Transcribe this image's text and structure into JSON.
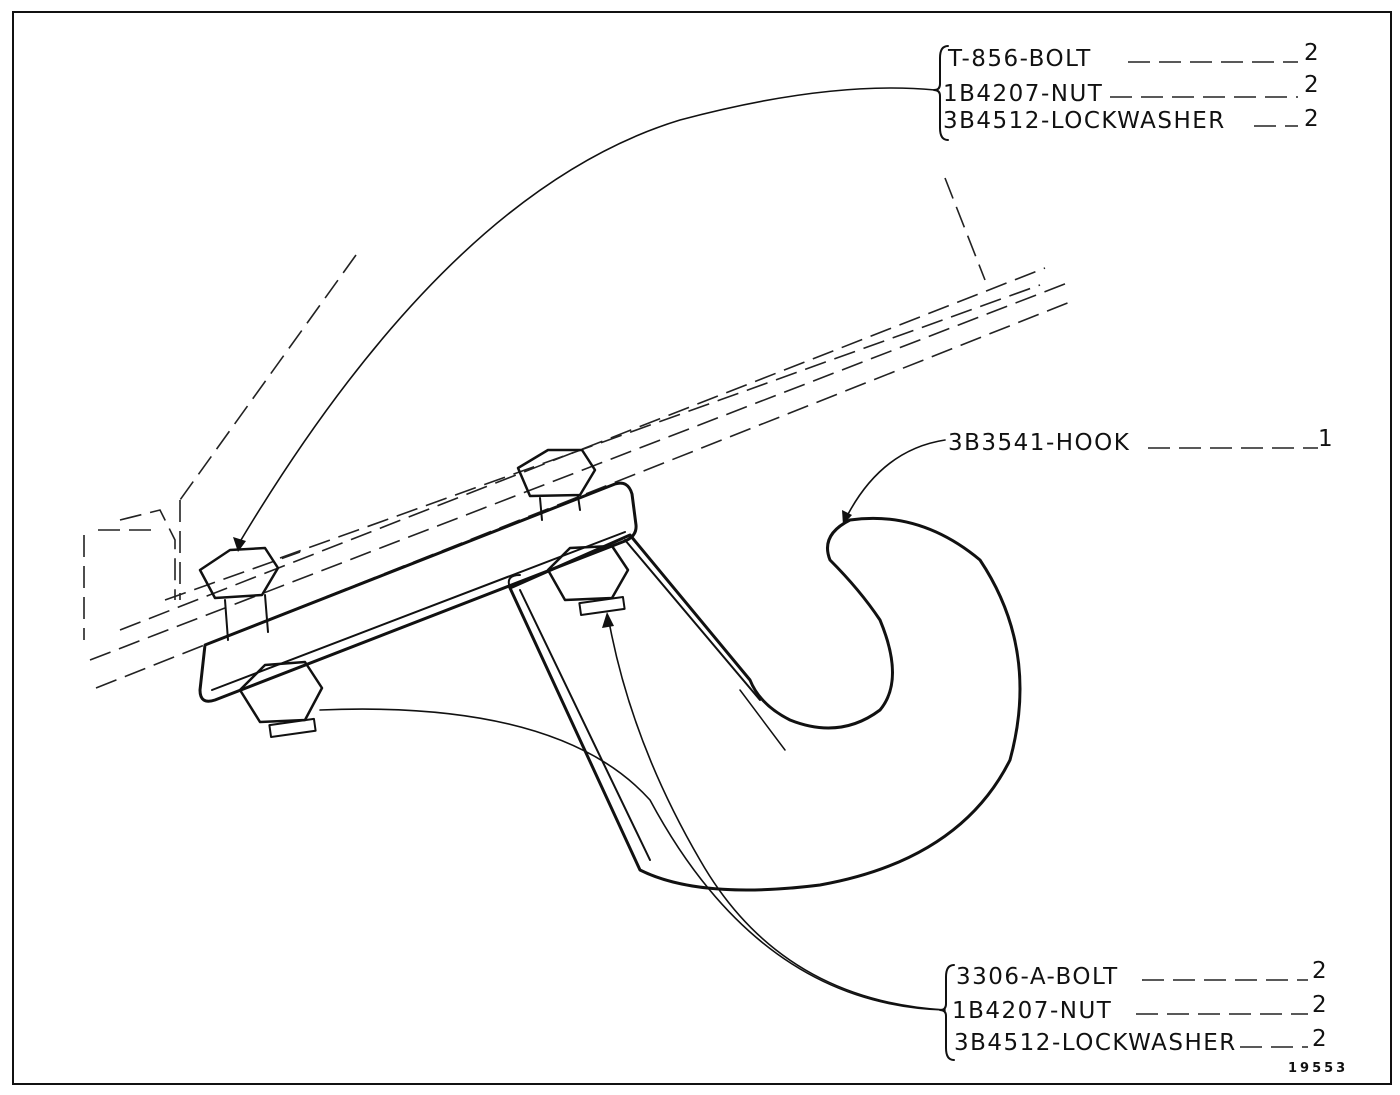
{
  "callouts": {
    "top_group": [
      {
        "part": "T-856-BOLT",
        "qty": "2"
      },
      {
        "part": "1B4207-NUT",
        "qty": "2"
      },
      {
        "part": "3B4512-LOCKWASHER",
        "qty": "2"
      }
    ],
    "hook": {
      "part": "3B3541-HOOK",
      "qty": "1"
    },
    "bottom_group": [
      {
        "part": "3306-A-BOLT",
        "qty": "2"
      },
      {
        "part": "1B4207-NUT",
        "qty": "2"
      },
      {
        "part": "3B4512-LOCKWASHER",
        "qty": "2"
      }
    ]
  },
  "figure_number": "19553"
}
